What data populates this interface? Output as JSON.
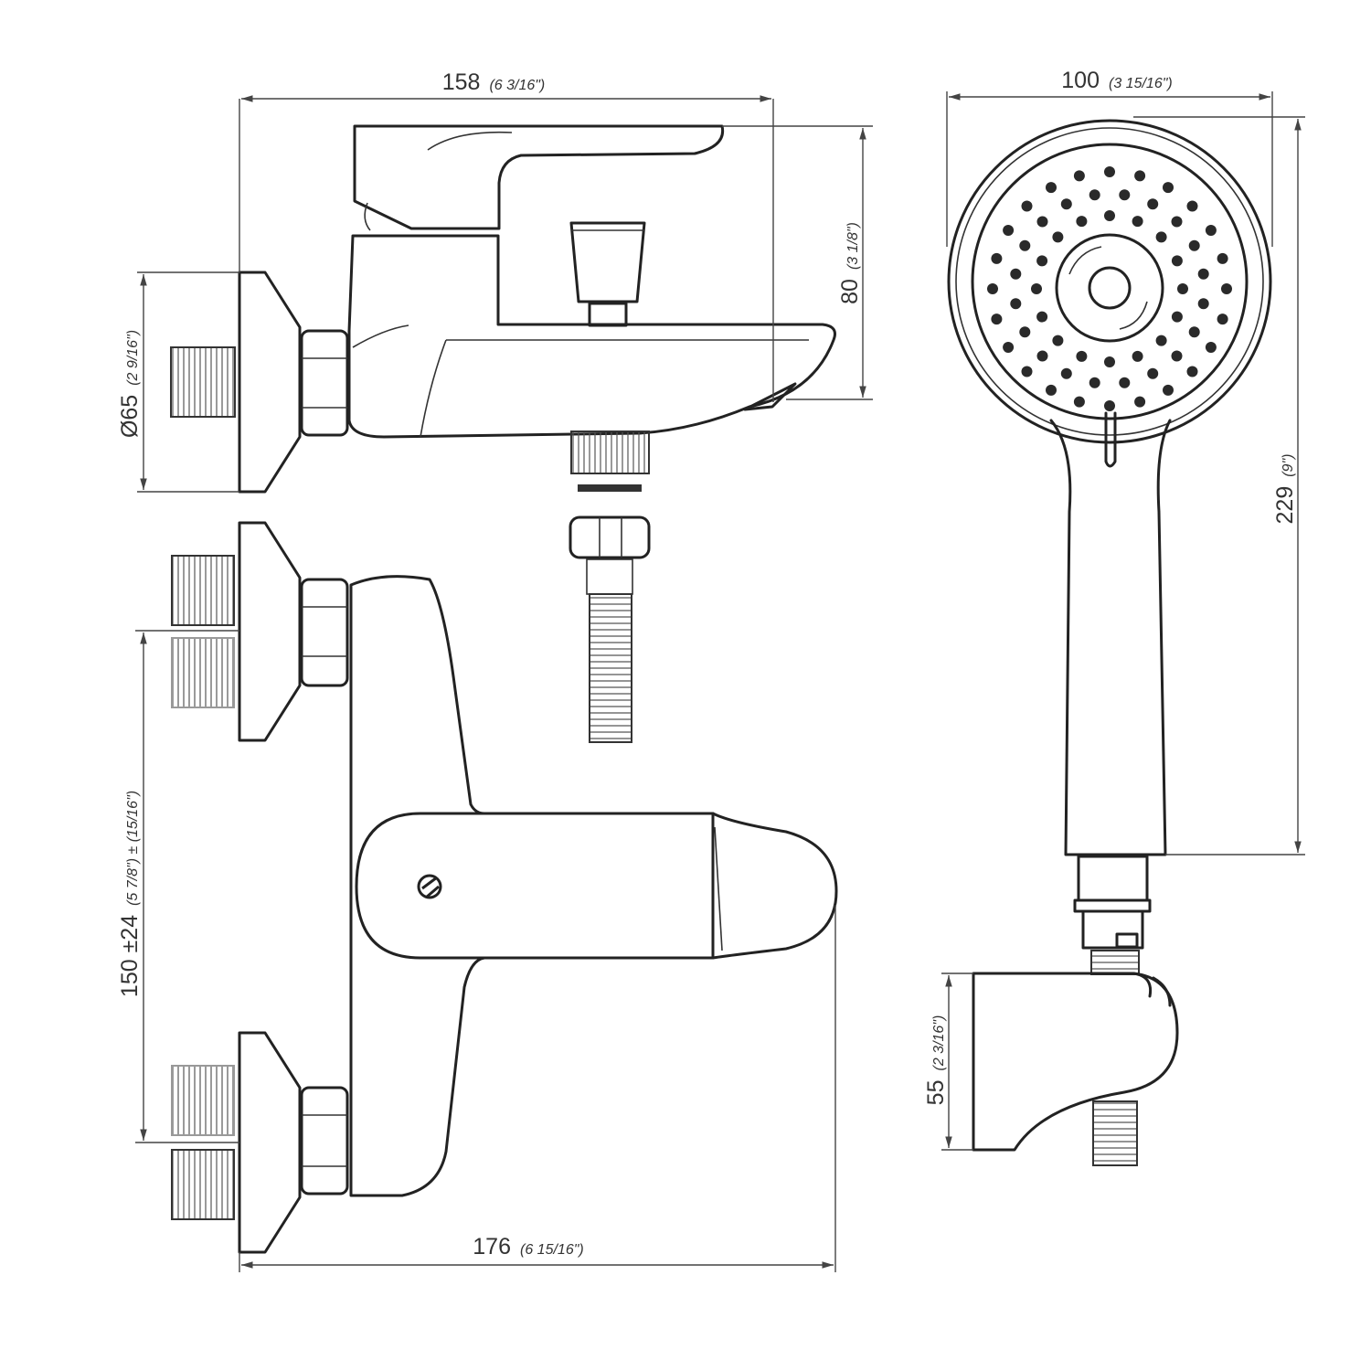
{
  "dimensions": {
    "top_width": {
      "value": "158",
      "imperial": "(6 3/16\")"
    },
    "body_height": {
      "value": "80",
      "imperial": "(3 1/8\")"
    },
    "flange_diameter": {
      "value": "Ø65",
      "imperial": "(2 9/16\")"
    },
    "head_width": {
      "value": "100",
      "imperial": "(3 15/16\")"
    },
    "shower_length": {
      "value": "229",
      "imperial": "(9\")"
    },
    "center_distance": {
      "value": "150 ±24",
      "imperial": "(5 7/8\") ± (15/16\")"
    },
    "holder_height": {
      "value": "55",
      "imperial": "(2 3/16\")"
    },
    "front_width": {
      "value": "176",
      "imperial": "(6 15/16\")"
    }
  },
  "colors": {
    "line": "#222222",
    "background": "#ffffff"
  },
  "icons": [
    "brand-logo-icon"
  ]
}
